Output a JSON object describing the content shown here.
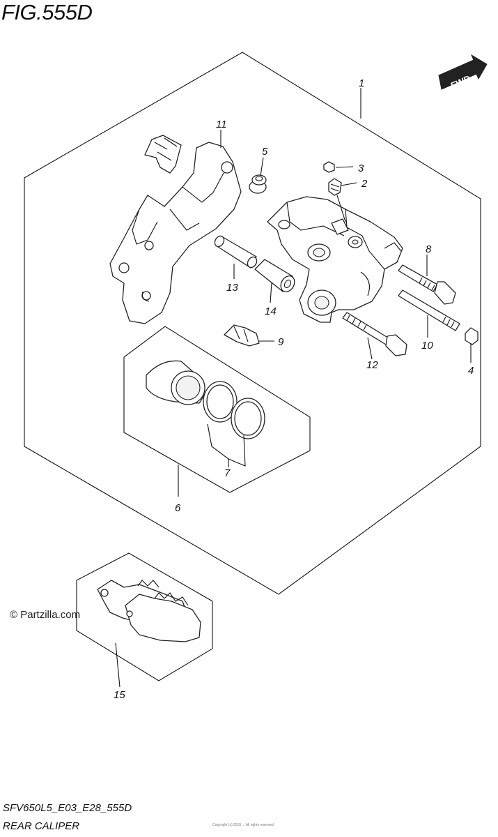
{
  "figure": {
    "title": "FIG.555D",
    "fwd_label": "FWD",
    "watermark": "© Partzilla.com",
    "code": "SFV650L5_E03_E28_555D",
    "caption": "REAR CALIPER",
    "copyright": "Copyright (c) 2015 ... All rights reserved"
  },
  "callouts": {
    "c1": "1",
    "c2": "2",
    "c3": "3",
    "c4": "4",
    "c5": "5",
    "c6": "6",
    "c7": "7",
    "c8": "8",
    "c9": "9",
    "c10": "10",
    "c11": "11",
    "c12": "12",
    "c13": "13",
    "c14": "14",
    "c15": "15"
  }
}
